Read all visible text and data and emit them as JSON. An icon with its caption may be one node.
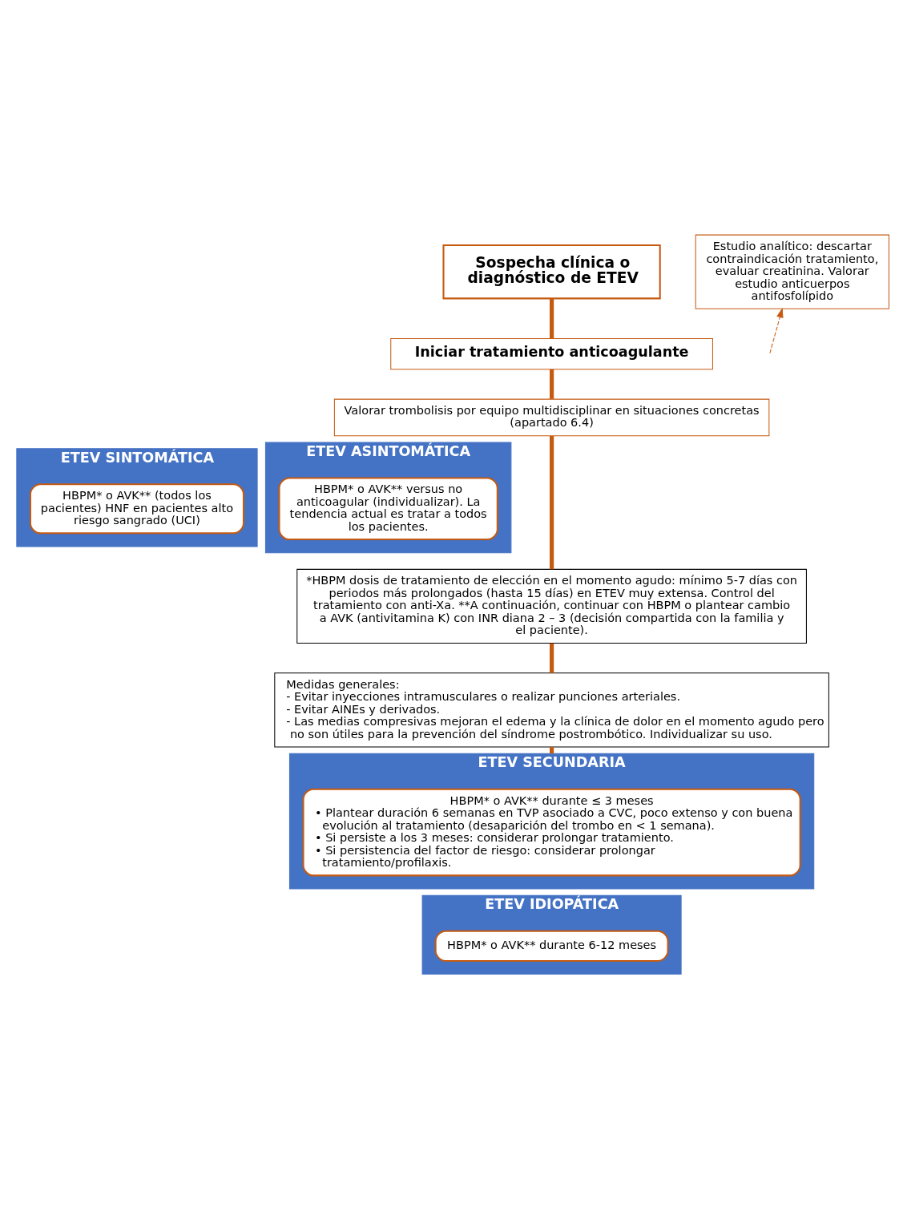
{
  "diagram": {
    "nodes": [
      {
        "text": [
          "Sospecha clínica o diagnóstico de ETEV"
        ]
      },
      {
        "text": [
          "Estudio analítico: descartar contraindicación tratamiento, evaluar creatinina. Valorar estudio anticuerpos antifosfolípido"
        ]
      },
      {
        "text": [
          "Iniciar tratamiento anticoagulante"
        ]
      },
      {
        "text": [
          "Valorar trombolisis por equipo multidisciplinar en situaciones concretas (apartado 6.4)"
        ]
      },
      {
        "text": [
          "ETEV SINTOMÁTICA"
        ]
      },
      {
        "text": [
          "HBPM* o AVK** (todos los pacientes) HNF en pacientes alto riesgo sangrado (UCI)"
        ],
        "in": 4
      },
      {
        "text": [
          "ETEV ASINTOMÁTICA"
        ]
      },
      {
        "text": [
          "HBPM* o AVK** versus no anticoagular (individualizar). La tendencia actual es tratar a todos los pacientes."
        ],
        "in": 6
      },
      {
        "text": [
          "*HBPM dosis de tratamiento de elección en el momento agudo: mínimo 5-7 días con periodos más prolongados (hasta 15 días) en ETEV muy extensa. Control del tratamiento con anti-Xa. **A continuación, continuar con HBPM o plantear cambio a AVK (antivitamina K) con INR diana 2 – 3 (decisión compartida con la familia y el paciente)."
        ]
      },
      {
        "text": [
          "Medidas generales:",
          "- Evitar inyecciones intramusculares o realizar punciones arteriales.",
          "- Evitar AINEs y derivados.",
          "- Las medias compresivas mejoran el edema y la clínica de dolor en el momento agudo pero no son útiles para la prevención del síndrome postrombótico. Individualizar su uso."
        ]
      },
      {
        "text": [
          "ETEV SECUNDARIA"
        ]
      },
      {
        "text": [
          "HBPM* o AVK** durante ≤ 3 meses",
          "• Plantear duración 6 semanas en TVP asociado a CVC, poco extenso y con buena evolución al tratamiento (desaparición del trombo en < 1 semana).",
          "• Si persiste a los 3 meses: considerar prolongar tratamiento.",
          "• Si persistencia del factor de riesgo: considerar prolongar tratamiento/profilaxis."
        ],
        "in": 10
      },
      {
        "text": [
          "ETEV IDIOPÁTICA"
        ]
      },
      {
        "text": [
          "HBPM* o AVK** durante 6-12 meses"
        ],
        "in": 12
      }
    ],
    "edges": [
      {
        "from": 0,
        "to": 2,
        "arrow": "none"
      },
      {
        "from": null,
        "to": 1,
        "arrow": "to",
        "style": "dashed"
      },
      {
        "from": 2,
        "to": 3,
        "arrow": "none"
      },
      {
        "from": 3,
        "to": 8,
        "arrow": "none"
      },
      {
        "from": 8,
        "to": 9,
        "arrow": "none"
      },
      {
        "from": 9,
        "to": 10,
        "arrow": "none"
      }
    ]
  }
}
